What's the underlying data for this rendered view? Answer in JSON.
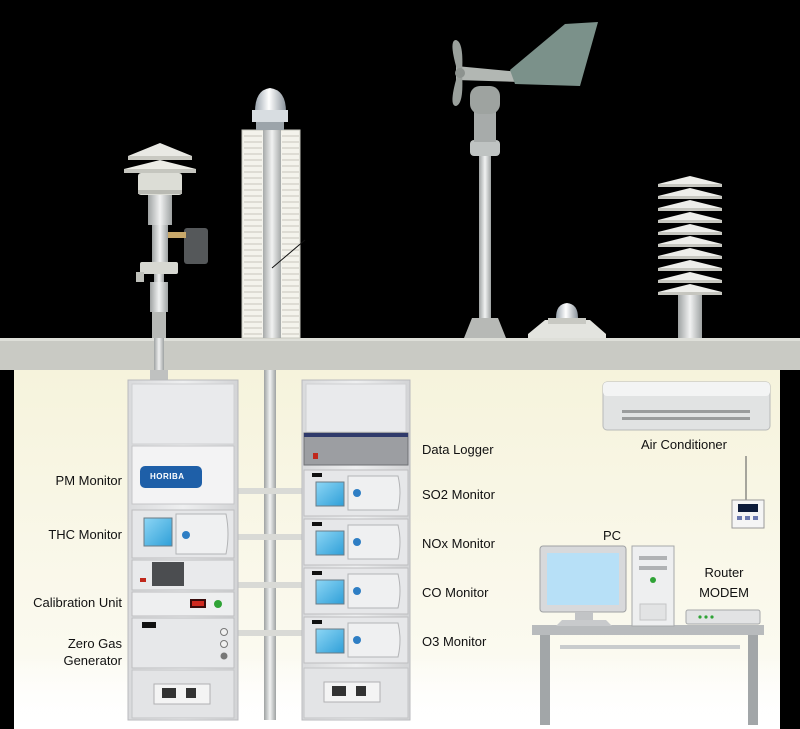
{
  "labels": {
    "pm_monitor": "PM Monitor",
    "thc_monitor": "THC Monitor",
    "calibration_unit": "Calibration Unit",
    "zero_gas_line1": "Zero Gas",
    "zero_gas_line2": "Generator",
    "data_logger": "Data Logger",
    "so2_monitor": "SO2 Monitor",
    "nox_monitor": "NOx Monitor",
    "co_monitor": "CO Monitor",
    "o3_monitor": "O3 Monitor",
    "air_conditioner": "Air Conditioner",
    "pc": "PC",
    "router_line1": "Router",
    "router_line2": "MODEM"
  },
  "brand": {
    "name": "HORIBA"
  },
  "colors": {
    "sky": "#000000",
    "roof": "#c9cac4",
    "room": "#f7f5e6",
    "rack": "#e4e5e7",
    "screen": "#4fb7e8",
    "logo": "#1e5fa8"
  }
}
